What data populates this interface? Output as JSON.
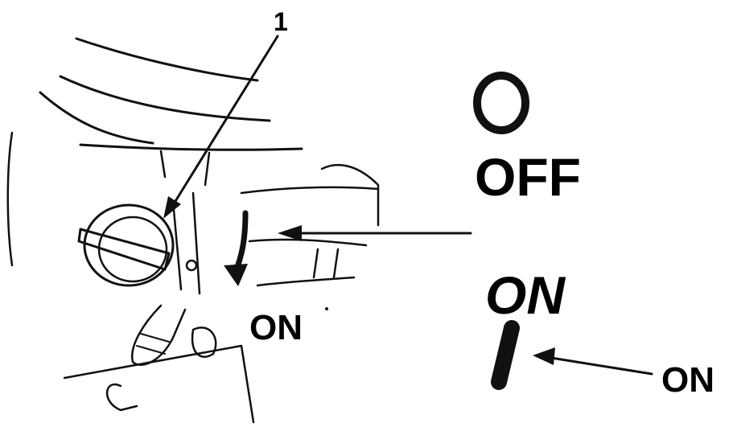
{
  "labels": {
    "callout_number": "1",
    "switch_on_label": "ON",
    "symbol_off_label": "OFF",
    "symbol_on_label": "ON",
    "pointer_on_label": "ON"
  },
  "colors": {
    "ink": "#111111",
    "background": "#ffffff"
  }
}
